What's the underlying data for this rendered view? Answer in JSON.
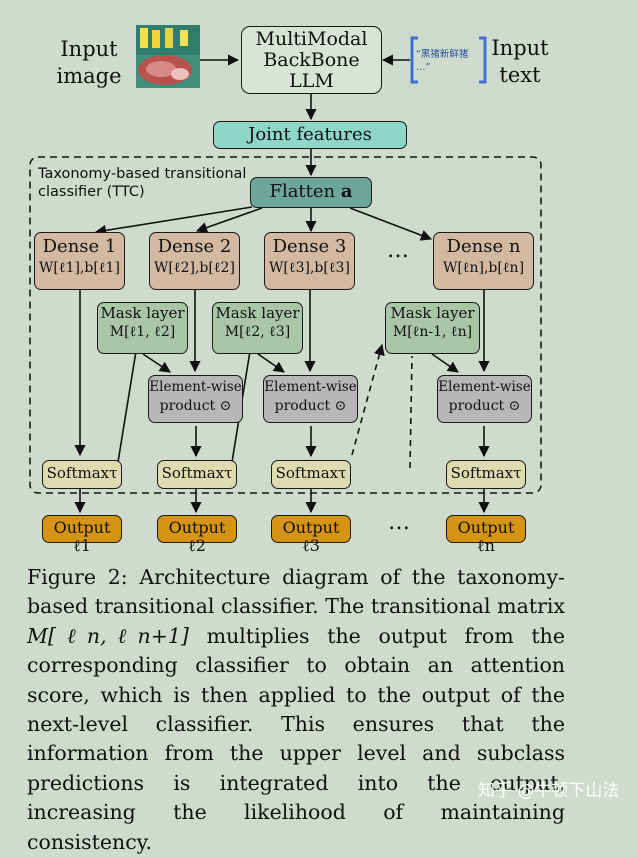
{
  "input_image": {
    "label_line1": "Input",
    "label_line2": "image"
  },
  "input_text": {
    "label_line1": "Input",
    "label_line2": "text",
    "snippet_line1": "“黑猪新鲜猪",
    "snippet_line2": "…”"
  },
  "backbone": {
    "line1": "MultiModal",
    "line2": "BackBone",
    "line3": "LLM"
  },
  "joint_features": "Joint features",
  "ttc_label": {
    "line1": "Taxonomy-based transitional",
    "line2": "classifier (TTC)"
  },
  "flatten": {
    "text": "Flatten ",
    "var": "a"
  },
  "dense": [
    {
      "title": "Dense 1",
      "params": "W[ℓ1],b[ℓ1]"
    },
    {
      "title": "Dense 2",
      "params": "W[ℓ2],b[ℓ2]"
    },
    {
      "title": "Dense 3",
      "params": "W[ℓ3],b[ℓ3]"
    },
    {
      "title": "Dense n",
      "params": "W[ℓn],b[ℓn]"
    }
  ],
  "mask": [
    {
      "title": "Mask layer",
      "param": "M[ℓ1, ℓ2]"
    },
    {
      "title": "Mask layer",
      "param": "M[ℓ2, ℓ3]"
    },
    {
      "title": "Mask layer",
      "param": "M[ℓn-1, ℓn]"
    }
  ],
  "elementwise": {
    "line1": "Element-wise",
    "line2": "product ⊙"
  },
  "softmax": "Softmaxτ",
  "outputs": [
    "Output ℓ1",
    "Output ℓ2",
    "Output ℓ3",
    "Output ℓn"
  ],
  "ellipsis": "…",
  "caption": {
    "figure": "Figure 2:",
    "text1": "Architecture diagram of the taxonomy-based transitional classifier. The transitional matrix",
    "matrix": "M[ℓn,ℓn+1]",
    "text2": "multiplies the output from the corresponding classifier to obtain an attention score, which is then applied to the output of the next-level classifier. This ensures that the information from the upper level and subclass predictions is integrated into the output, increasing the likelihood of maintaining consistency."
  },
  "watermark": "知乎 @牛顿下山法",
  "colors": {
    "dense": "#d3b9a2",
    "mask": "#a9c7a7",
    "elementwise": "#b7b7b7",
    "softmax": "#dedbb0",
    "output": "#d59414",
    "joint": "#8ed6c8",
    "flatten": "#6ea79a",
    "background": "#cfdccd"
  }
}
